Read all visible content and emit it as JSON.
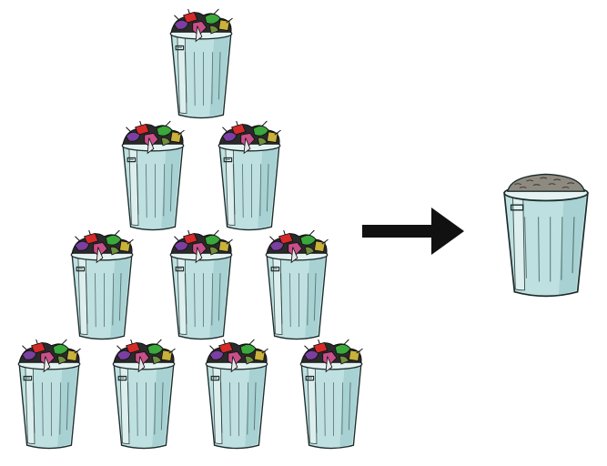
{
  "diagram": {
    "before": {
      "item": "full-trash-can-with-garbage",
      "count": 10,
      "arrangement": "pyramid",
      "rows": [
        1,
        2,
        3,
        4
      ]
    },
    "connector": {
      "icon": "right-arrow-icon",
      "direction": "right"
    },
    "after": {
      "item": "single-trash-can-with-compacted-waste",
      "count": 1
    }
  },
  "colors": {
    "can_body": "#bfe0e0",
    "can_shadow": "#93c4c6",
    "can_highlight": "#e4f3f2",
    "outline": "#1d2b2b",
    "arrow": "#111111",
    "compacted_fill": "#8f8a80",
    "garbage": [
      "#d42a2a",
      "#7a3fa0",
      "#3aa83a",
      "#c8b23a",
      "#e7e7e7",
      "#2a2a2a",
      "#c94f8a",
      "#6f8f3f"
    ]
  }
}
